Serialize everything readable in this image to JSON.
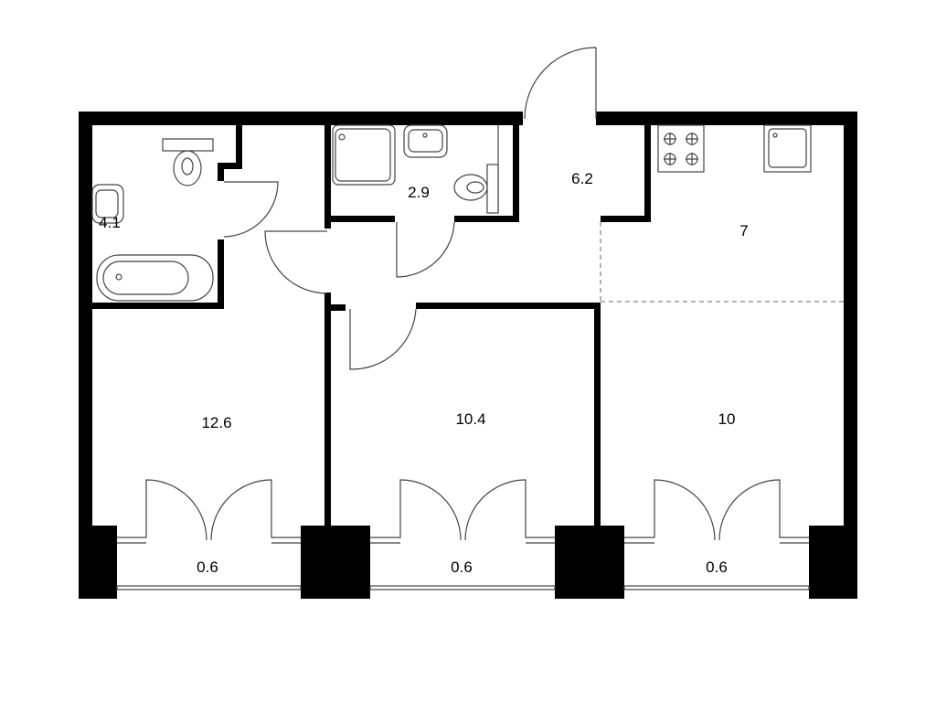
{
  "rooms": [
    {
      "id": "bathroom-1",
      "area": "4.1"
    },
    {
      "id": "bathroom-2",
      "area": "2.9"
    },
    {
      "id": "hallway",
      "area": "6.2"
    },
    {
      "id": "kitchen",
      "area": "7"
    },
    {
      "id": "bedroom-1",
      "area": "12.6"
    },
    {
      "id": "bedroom-2",
      "area": "10.4"
    },
    {
      "id": "living-room",
      "area": "10"
    },
    {
      "id": "balcony-1",
      "area": "0.6"
    },
    {
      "id": "balcony-2",
      "area": "0.6"
    },
    {
      "id": "balcony-3",
      "area": "0.6"
    }
  ]
}
